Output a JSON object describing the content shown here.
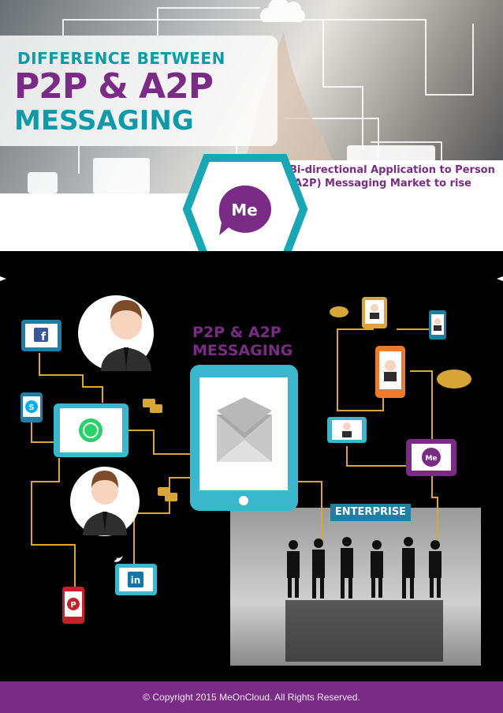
{
  "header": {
    "line1": "DIFFERENCE BETWEEN",
    "line2": "P2P & A2P",
    "line3": "MESSAGING",
    "subtitle": "Bi-directional Application to Person (A2P) Messaging Market to rise"
  },
  "logo": {
    "text": "Me"
  },
  "diagram": {
    "title_line1": "P2P & A2P",
    "title_line2": "MESSAGING",
    "enterprise_label": "ENTERPRISE",
    "app_logo_text": "Me"
  },
  "footer": {
    "copyright": "© Copyright 2015 MeOnCloud. All Rights Reserved."
  },
  "colors": {
    "purple": "#7a2b85",
    "teal": "#0e9aa8",
    "cyan": "#3ab7cc",
    "gold": "#d7a637",
    "orange": "#f07a2a"
  }
}
